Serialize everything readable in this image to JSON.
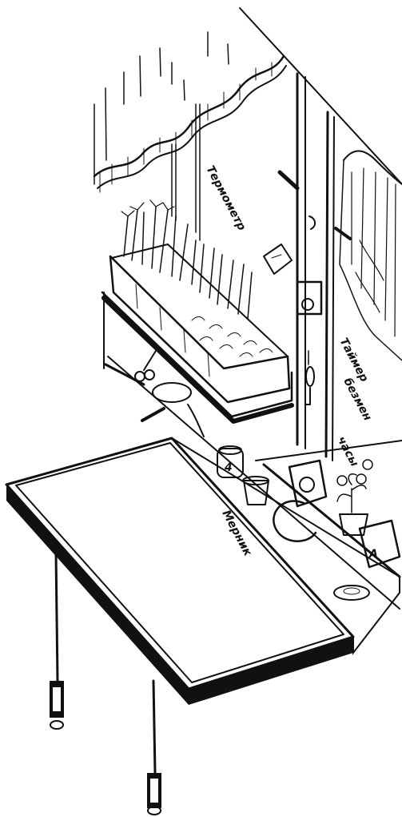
{
  "labels": {
    "thermometer": "Термометр",
    "timer": "Таймер",
    "scale": "безмен",
    "clock": "часы",
    "measuring_cup": "Мерник"
  },
  "colors": {
    "ink": "#111111",
    "paper": "#ffffff"
  }
}
